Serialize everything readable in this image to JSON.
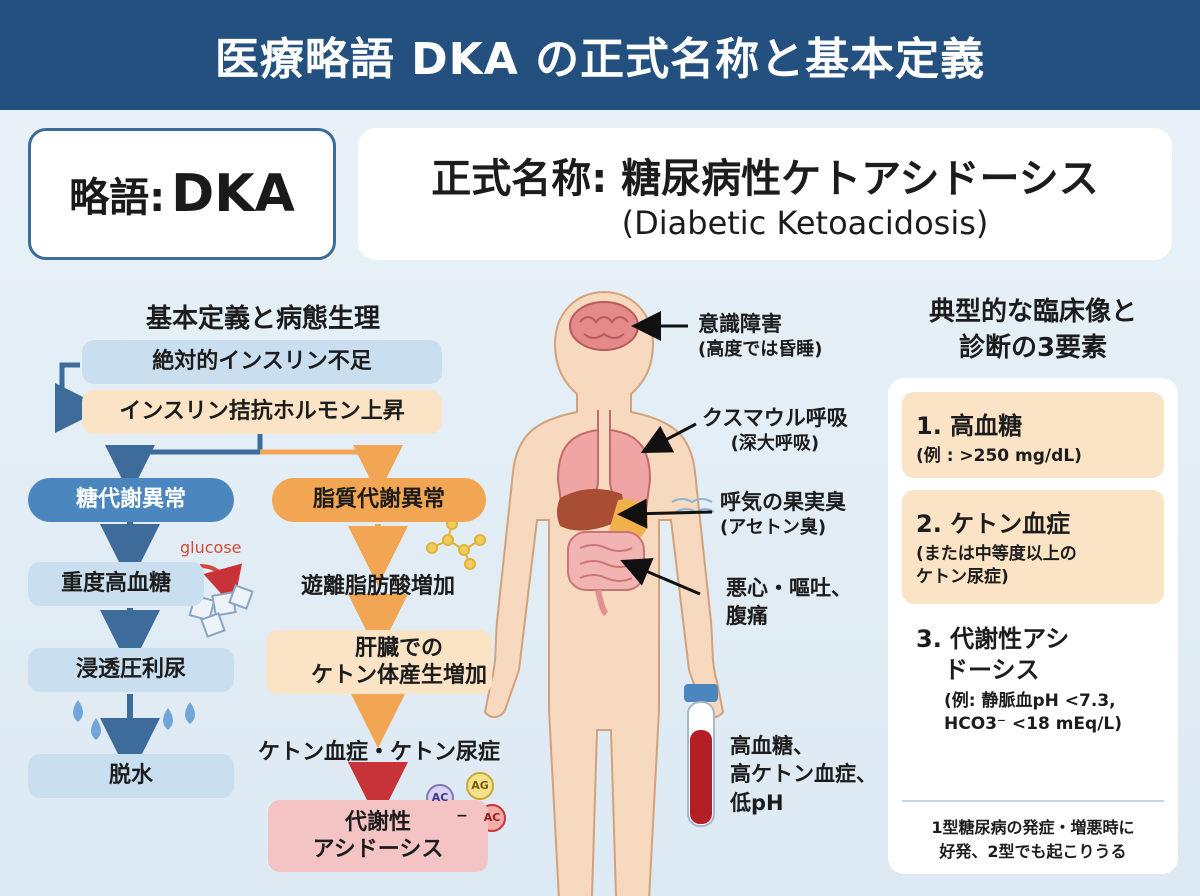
{
  "header": {
    "title": "医療略語 DKA の正式名称と基本定義"
  },
  "abbreviation": {
    "label": "略語:",
    "value": "DKA"
  },
  "formal_name": {
    "jp": "正式名称: 糖尿病性ケトアシドーシス",
    "en": "(Diabetic Ketoacidosis)"
  },
  "left": {
    "title": "基本定義と病態生理",
    "top1": "絶対的インスリン不足",
    "top2": "インスリン拮抗ホルモン上昇",
    "sugar": {
      "head": "糖代謝異常",
      "step1": "重度高血糖",
      "glucose_label": "glucose",
      "step2": "浸透圧利尿",
      "step3": "脱水"
    },
    "lipid": {
      "head": "脂質代謝異常",
      "step1": "遊離脂肪酸増加",
      "step2_line1": "肝臓での",
      "step2_line2": "ケトン体産生増加",
      "step3": "ケトン血症・ケトン尿症",
      "step4_line1": "代謝性",
      "step4_line2": "アシドーシス",
      "mol_ac": "AC",
      "mol_ag": "AG",
      "mol_minus": "−"
    }
  },
  "body": {
    "label1_main": "意識障害",
    "label1_sub": "(高度では昏睡)",
    "label2_main": "クスマウル呼吸",
    "label2_sub": "(深大呼吸)",
    "label3_main": "呼気の果実臭",
    "label3_sub": "(アセトン臭)",
    "label4_line1": "悪心・嘔吐、",
    "label4_line2": "腹痛",
    "label5_line1": "高血糖、",
    "label5_line2": "高ケトン血症、",
    "label5_line3": "低pH"
  },
  "right": {
    "title_line1": "典型的な臨床像と",
    "title_line2": "診断の3要素",
    "item1_head": "1. 高血糖",
    "item1_desc": "(例 : >250 mg/dL)",
    "item2_head": "2. ケトン血症",
    "item2_desc_line1": "(または中等度以上の",
    "item2_desc_line2": "ケトン尿症)",
    "item3_head_line1": "3. 代謝性アシ",
    "item3_head_line2": "ドーシス",
    "item3_desc_line1": "(例: 静脈血pH <7.3,",
    "item3_desc_line2": "HCO3⁻ <18 mEq/L)",
    "note_line1": "1型糖尿病の発症・増悪時に",
    "note_line2": "好発、2型でも起こりうる"
  },
  "colors": {
    "header": "#24507f",
    "blue": "#4b86bf",
    "orange": "#f2a552",
    "red_arrow": "#c8333a"
  }
}
